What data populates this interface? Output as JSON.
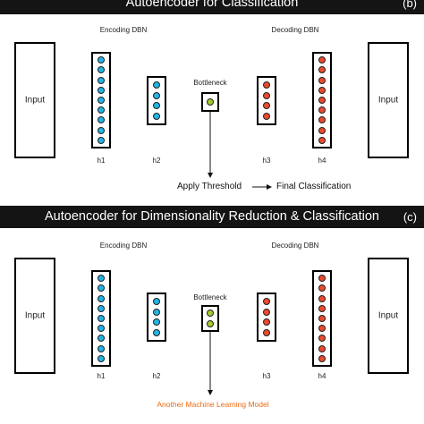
{
  "panel_b": {
    "title": "Autoencoder for Classification",
    "tag": "(b)",
    "encoding_label": "Encoding DBN",
    "decoding_label": "Decoding DBN",
    "bottleneck_label": "Bottleneck",
    "input_left": "Input",
    "input_right": "Input",
    "layers": [
      "h1",
      "h2",
      "h3",
      "h4"
    ],
    "apply_threshold": "Apply Threshold",
    "final_classification": "Final Classification"
  },
  "panel_c": {
    "title": "Autoencoder for Dimensionality Reduction & Classification",
    "tag": "(c)",
    "encoding_label": "Encoding DBN",
    "decoding_label": "Decoding DBN",
    "bottleneck_label": "Bottleneck",
    "input_left": "Input",
    "input_right": "Input",
    "layers": [
      "h1",
      "h2",
      "h3",
      "h4"
    ],
    "model_label": "Another Machine Learning Model"
  },
  "colors": {
    "encoder": "#22b4e6",
    "decoder": "#ec4a2e",
    "bottleneck": "#a6c92a",
    "model_text": "#ee6b12",
    "banner": "#141414"
  }
}
